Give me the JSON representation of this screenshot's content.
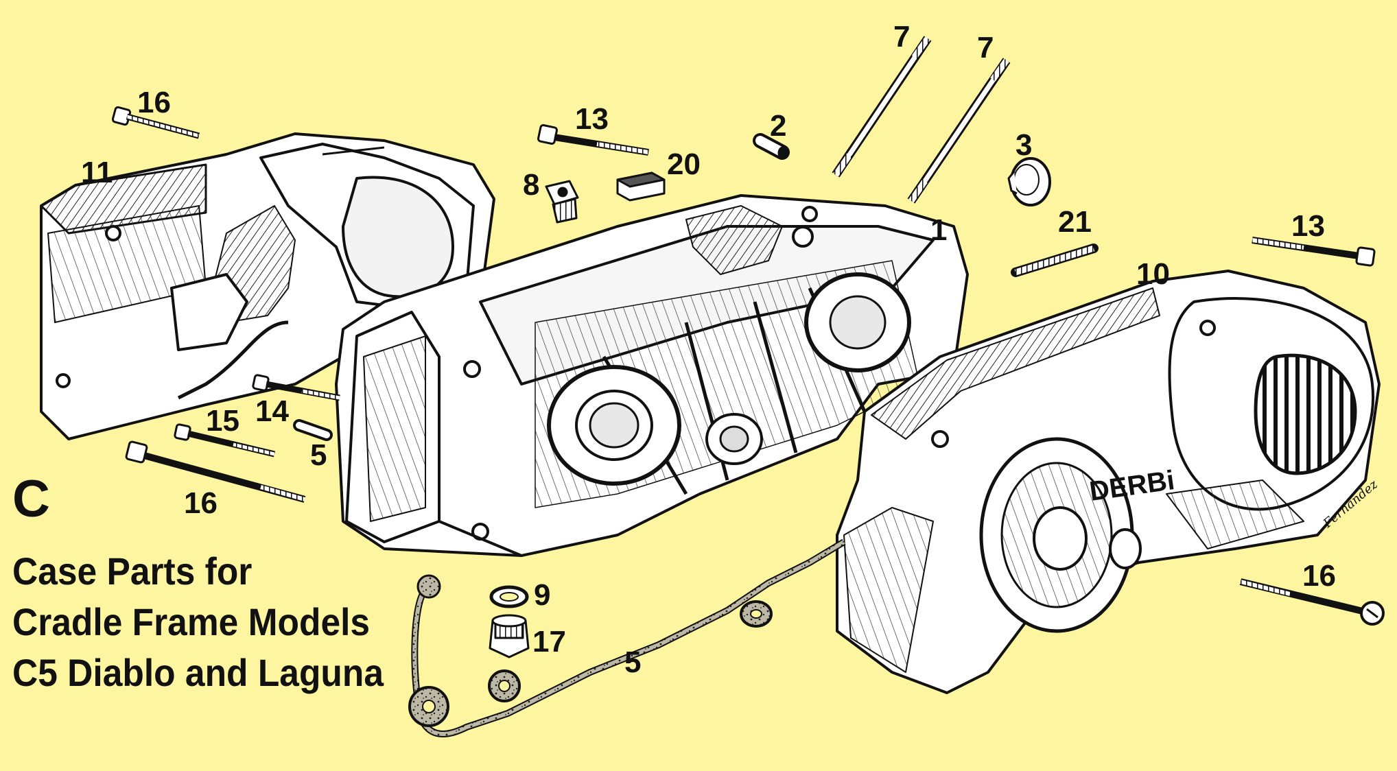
{
  "diagram": {
    "section_letter": "C",
    "caption_lines": [
      "Case Parts for",
      "Cradle Frame Models",
      "C5 Diablo and Laguna"
    ],
    "brand_mark": "DERBi",
    "artist_signature": "Fernandez",
    "callouts": [
      {
        "id": "c16a",
        "text": "16"
      },
      {
        "id": "c11",
        "text": "11"
      },
      {
        "id": "c13a",
        "text": "13"
      },
      {
        "id": "c2",
        "text": "2"
      },
      {
        "id": "c7a",
        "text": "7"
      },
      {
        "id": "c7b",
        "text": "7"
      },
      {
        "id": "c3",
        "text": "3"
      },
      {
        "id": "c8",
        "text": "8"
      },
      {
        "id": "c20",
        "text": "20"
      },
      {
        "id": "c1",
        "text": "1"
      },
      {
        "id": "c21",
        "text": "21"
      },
      {
        "id": "c13b",
        "text": "13"
      },
      {
        "id": "c10",
        "text": "10"
      },
      {
        "id": "c14",
        "text": "14"
      },
      {
        "id": "c15",
        "text": "15"
      },
      {
        "id": "c5a",
        "text": "5"
      },
      {
        "id": "c16b",
        "text": "16"
      },
      {
        "id": "c9",
        "text": "9"
      },
      {
        "id": "c17",
        "text": "17"
      },
      {
        "id": "c5b",
        "text": "5"
      },
      {
        "id": "c16c",
        "text": "16"
      }
    ]
  }
}
